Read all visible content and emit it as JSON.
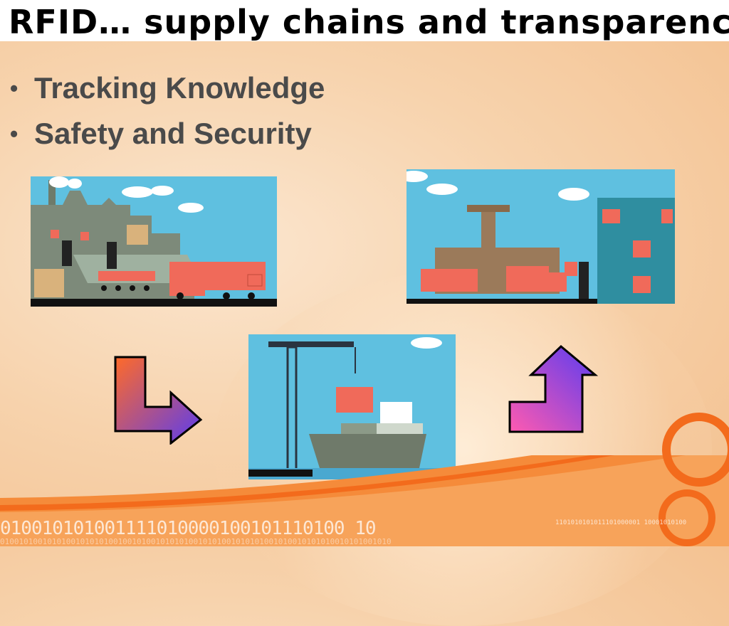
{
  "slide": {
    "title": "RFID… supply chains and transparency",
    "bullets": [
      {
        "label": "Tracking Knowledge"
      },
      {
        "label": "Safety and Security"
      }
    ]
  },
  "footer": {
    "binary_large": "010010101001111010000100101110100 10",
    "binary_small": "1101010101011101000001  10001010100",
    "binary_faint": "01001010010101001010101001001010010101010010101001010101001010010101010010101001010"
  },
  "colors": {
    "sky": "#5fc0e0",
    "truck_red": "#f06a5a",
    "arrow_start": "#ff6a28",
    "arrow_end": "#5a3cf0",
    "accent_orange": "#f36b1c"
  }
}
